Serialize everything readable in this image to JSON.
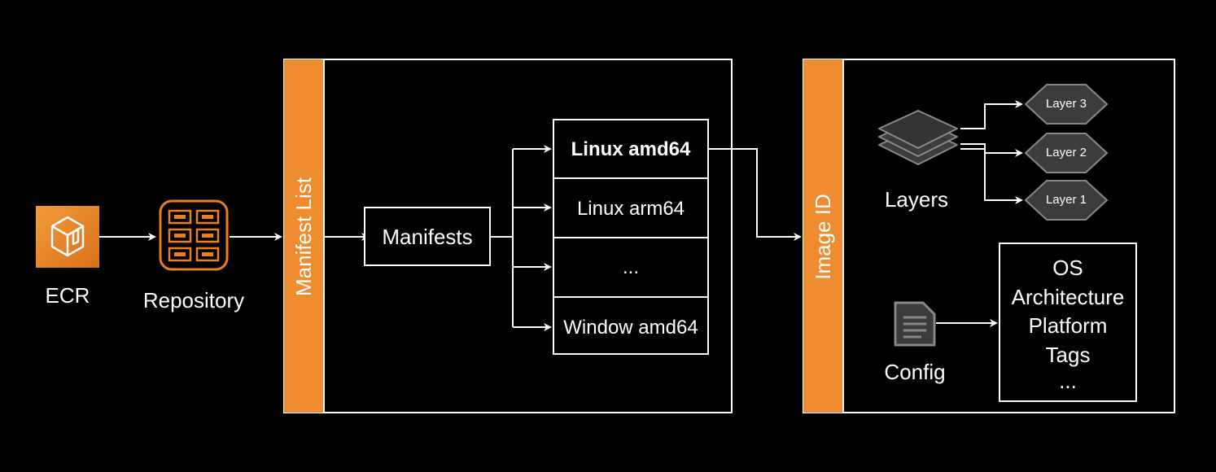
{
  "ecr": {
    "label": "ECR"
  },
  "repository": {
    "label": "Repository"
  },
  "manifest_list": {
    "title": "Manifest List",
    "manifests_label": "Manifests",
    "platforms": [
      "Linux amd64",
      "Linux arm64",
      "...",
      "Window amd64"
    ]
  },
  "image_id": {
    "title": "Image ID",
    "layers_label": "Layers",
    "layers": [
      "Layer 3",
      "Layer 2",
      "Layer 1"
    ],
    "config_label": "Config",
    "config_fields": [
      "OS",
      "Architecture",
      "Platform",
      "Tags",
      "..."
    ]
  },
  "colors": {
    "accent": "#f08c30",
    "ecr_orange": "#e8801e",
    "icon_gray": "#3c3c3c"
  }
}
